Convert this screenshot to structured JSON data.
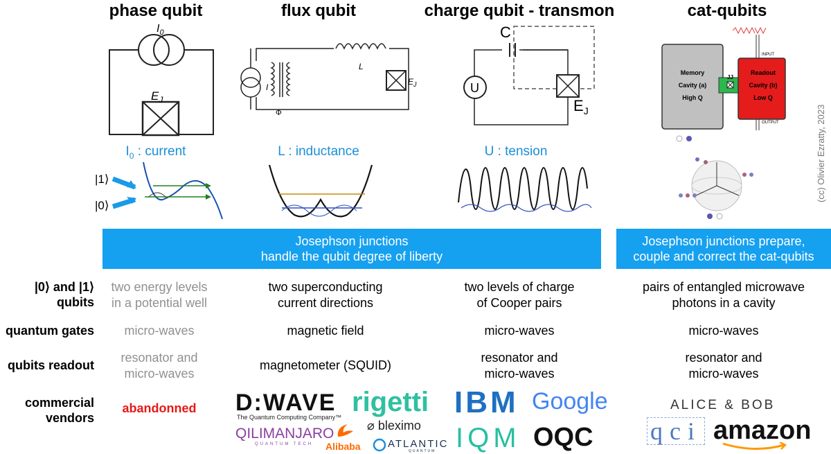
{
  "columns": [
    {
      "title": "phase qubit",
      "caption": "I",
      "caption_sub": "0",
      "caption_rest": " : current",
      "circuit": {
        "source": "I",
        "source_sub": "0",
        "junction": "E",
        "junction_sub": "J"
      },
      "levels": {
        "one": "|1⟩",
        "zero": "|0⟩"
      }
    },
    {
      "title": "flux qubit",
      "caption": "L : inductance",
      "circuit": {
        "inductor": "L",
        "source": "I",
        "flux": "Φ",
        "junction": "E",
        "junction_sub": "J"
      }
    },
    {
      "title": "charge qubit - transmon",
      "caption": "U : tension",
      "circuit": {
        "capacitor": "C",
        "source": "U",
        "junction": "E",
        "junction_sub": "J"
      }
    },
    {
      "title": "cat-qubits",
      "circuit": {
        "memory": [
          "Memory",
          "Cavity (a)",
          "High Q"
        ],
        "readout": [
          "Readout",
          "Cavity (b)",
          "Low Q"
        ],
        "jj": "JJ",
        "input": "INPUT",
        "output": "OUTPUT"
      }
    }
  ],
  "banners": [
    {
      "lines": [
        "Josephson junctions",
        "handle the qubit degree of liberty"
      ]
    },
    {
      "lines": [
        "Josephson junctions prepare,",
        "couple and correct the cat-qubits"
      ]
    }
  ],
  "rows": [
    {
      "label": [
        "|0⟩ and |1⟩",
        "qubits"
      ],
      "cells": [
        [
          "two energy levels",
          "in a potential well"
        ],
        [
          "two superconducting",
          "current directions"
        ],
        [
          "two levels of charge",
          "of Cooper pairs"
        ],
        [
          "pairs of entangled microwave",
          "photons in a cavity"
        ]
      ]
    },
    {
      "label": [
        "quantum gates"
      ],
      "cells": [
        [
          "micro-waves"
        ],
        [
          "magnetic field"
        ],
        [
          "micro-waves"
        ],
        [
          "micro-waves"
        ]
      ]
    },
    {
      "label": [
        "qubits readout"
      ],
      "cells": [
        [
          "resonator and",
          "micro-waves"
        ],
        [
          "magnetometer (SQUID)"
        ],
        [
          "resonator and",
          "micro-waves"
        ],
        [
          "resonator and",
          "micro-waves"
        ]
      ]
    },
    {
      "label": [
        "commercial",
        "vendors"
      ],
      "cells": [
        [
          "abandonned"
        ]
      ]
    }
  ],
  "vendors": {
    "dwave": "D:WAVE",
    "dwave_tag": "The Quantum Computing Company™",
    "rigetti": "rigetti",
    "qilimanjaro": "QILIMANJARO",
    "qilimanjaro_tag": "QUANTUM TECH",
    "alibaba": "Alibaba",
    "bleximo": "bleximo",
    "atlantic": "ATLANTIC",
    "atlantic_tag": "QUANTUM",
    "ibm": "IBM",
    "google": "Google",
    "iqm": "IQM",
    "oqc": "OQC",
    "alicebob": "ALICE & BOB",
    "qci": "qci",
    "amazon": "amazon"
  },
  "credit": "(cc) Olivier Ezratty, 2023",
  "colors": {
    "accent": "#16a0f0",
    "caption": "#1a8fd8",
    "grey": "#909090",
    "red": "#e81818"
  }
}
